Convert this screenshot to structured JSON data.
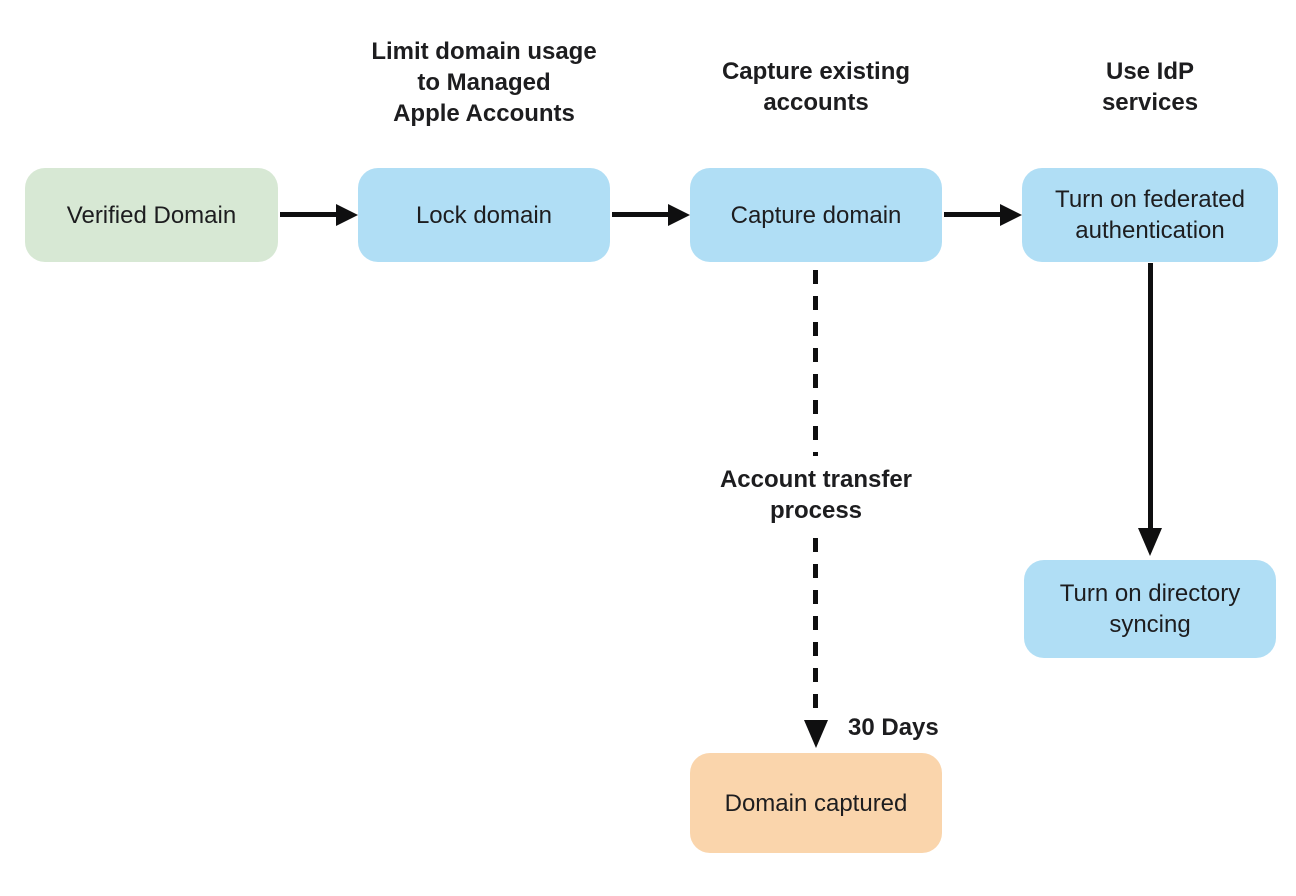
{
  "colors": {
    "node_green": "#d7e8d4",
    "node_blue": "#b0def5",
    "node_orange": "#fad5ac",
    "text": "#1d1d1f",
    "arrow": "#0f0f10",
    "background": "#ffffff"
  },
  "nodes": [
    {
      "id": "verified-domain",
      "label": "Verified Domain"
    },
    {
      "id": "lock-domain",
      "label": "Lock domain"
    },
    {
      "id": "capture-domain",
      "label": "Capture domain"
    },
    {
      "id": "federated-auth",
      "label": "Turn on federated authentication"
    },
    {
      "id": "directory-syncing",
      "label": "Turn on directory syncing"
    },
    {
      "id": "domain-captured",
      "label": "Domain captured"
    }
  ],
  "stage_labels": [
    {
      "id": "limit-domain-usage",
      "lines": [
        "Limit domain usage",
        "to Managed",
        "Apple Accounts"
      ]
    },
    {
      "id": "capture-existing",
      "lines": [
        "Capture existing",
        "accounts"
      ]
    },
    {
      "id": "use-idp-services",
      "lines": [
        "Use IdP",
        "services"
      ]
    }
  ],
  "edge_labels": {
    "account_transfer": {
      "lines": [
        "Account transfer",
        "process"
      ]
    },
    "thirty_days": "30 Days"
  },
  "edges": [
    {
      "from": "verified-domain",
      "to": "lock-domain",
      "style": "solid",
      "label": ""
    },
    {
      "from": "lock-domain",
      "to": "capture-domain",
      "style": "solid",
      "label": ""
    },
    {
      "from": "capture-domain",
      "to": "federated-auth",
      "style": "solid",
      "label": ""
    },
    {
      "from": "federated-auth",
      "to": "directory-syncing",
      "style": "solid",
      "label": ""
    },
    {
      "from": "capture-domain",
      "to": "domain-captured",
      "style": "dashed",
      "label": "Account transfer process — 30 Days"
    }
  ]
}
